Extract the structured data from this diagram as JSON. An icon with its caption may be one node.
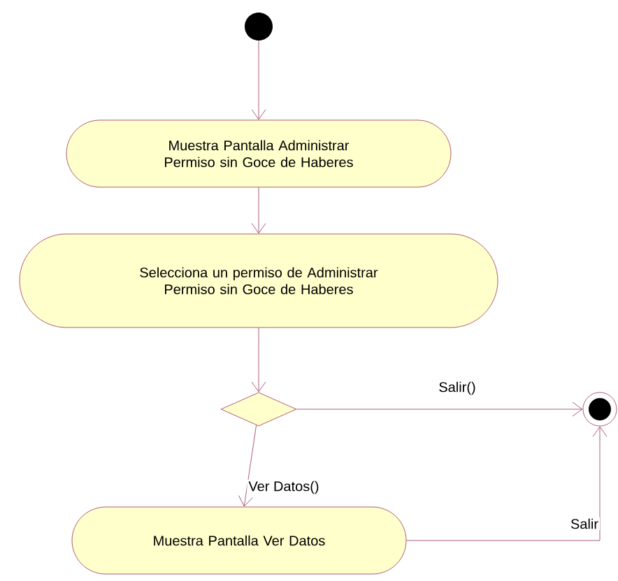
{
  "diagram": {
    "nodes": [
      {
        "text": [],
        "shape": "circle"
      },
      {
        "text": [
          "Muestra Pantalla Administrar Permiso sin Goce de Haberes"
        ]
      },
      {
        "text": [
          "Selecciona un  permiso de Administrar Permiso sin Goce de Haberes"
        ]
      },
      {
        "text": [],
        "shape": "diamond"
      },
      {
        "text": [],
        "shape": "circle"
      },
      {
        "text": [
          "Muestra Pantalla Ver Datos"
        ]
      }
    ],
    "edges": [
      {
        "from": 0,
        "to": 1,
        "arrow": "to"
      },
      {
        "from": 1,
        "to": 2,
        "arrow": "to"
      },
      {
        "from": 2,
        "to": 3,
        "arrow": "to"
      },
      {
        "from": 3,
        "to": 4,
        "arrow": "to",
        "label": "Salir()"
      },
      {
        "from": 3,
        "to": 5,
        "arrow": "to",
        "label": "Ver Datos()"
      },
      {
        "from": 5,
        "to": 4,
        "arrow": "to",
        "label": "Salir"
      }
    ]
  }
}
